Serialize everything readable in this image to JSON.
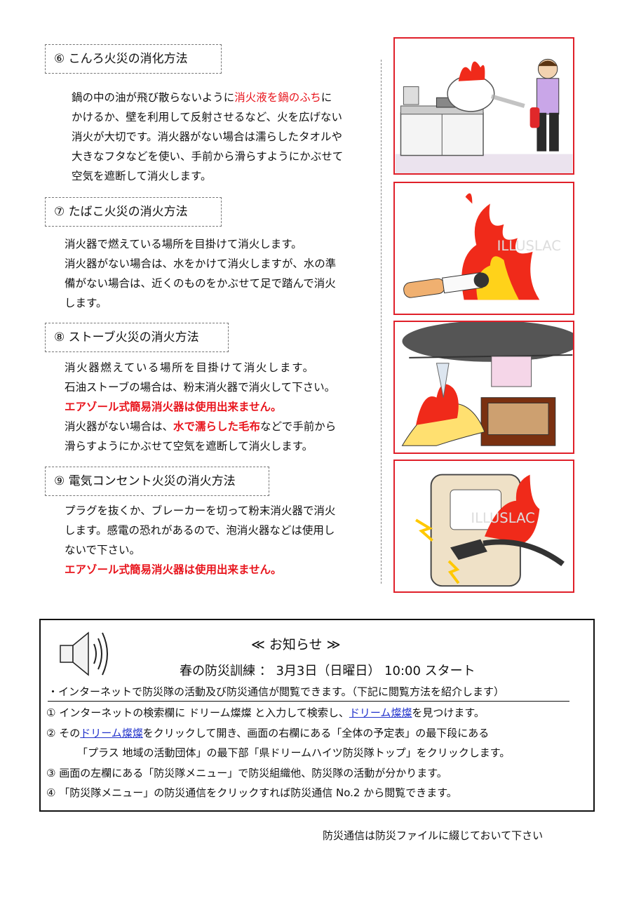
{
  "sections": [
    {
      "title": "⑥ こんろ火災の消化方法",
      "lines": [
        {
          "a": "鍋の中の油が飛び散らないように",
          "b": "消火液を鍋のふち",
          "c": "に"
        },
        "かけるか、壁を利用して反射させるなど、火を広げない",
        "消火が大切です。消火器がない場合は濡らしたタオルや",
        "大きなフタなどを使い、手前から滑らすようにかぶせて",
        "空気を遮断して消火します。"
      ]
    },
    {
      "title": "⑦ たばこ火災の消火方法",
      "lines": [
        "消火器で燃えている場所を目掛けて消火します。",
        "消火器がない場合は、水をかけて消火しますが、水の準",
        "備がない場合は、近くのものをかぶせて足で踏んで消火",
        "します。"
      ]
    },
    {
      "title": "⑧ ストーブ火災の消火方法",
      "lines": [
        "消火器燃えている場所を目掛けて消火します。",
        "石油ストーブの場合は、粉末消火器で消火して下さい。",
        "エアゾール式簡易消火器は使用出来ません。",
        {
          "a": "消火器がない場合は、",
          "b": "水で濡らした毛布",
          "c": "などで手前から"
        },
        "滑らすようにかぶせて空気を遮断して消火します。"
      ]
    },
    {
      "title": "⑨ 電気コンセント火災の消火方法",
      "lines": [
        "プラグを抜くか、ブレーカーを切って粉末消火器で消火",
        "します。感電の恐れがあるので、泡消火器などは使用し",
        "ないで下さい。",
        "エアゾール式簡易消火器は使用出来ません。"
      ]
    }
  ],
  "illustrations": [
    {
      "name": "stove-fire-illustration"
    },
    {
      "name": "cigarette-fire-illustration",
      "watermark": "ILLUSLAC"
    },
    {
      "name": "heater-fire-illustration"
    },
    {
      "name": "outlet-fire-illustration",
      "watermark": "ILLUSLAC"
    }
  ],
  "notice": {
    "title": "≪ お知らせ ≫",
    "event": "春の防災訓練 ： 3月3日（日曜日） 10:00 スタート",
    "intro": "・インターネットで防災隊の活動及び防災通信が閲覧できます。（下記に閲覧方法を紹介します）",
    "step1": {
      "a": "① インターネットの検索欄に ドリーム燦燦 と入力して検索し、",
      "link": "ドリーム燦燦",
      "b": "を見つけます。"
    },
    "step2": {
      "a": "② その",
      "link": "ドリーム燦燦",
      "b": "をクリックして開き、画面の右欄にある「全体の予定表」の最下段にある"
    },
    "step2b": "「プラス 地域の活動団体」の最下部「県ドリームハイツ防災隊トップ」をクリックします。",
    "step3": "③ 画面の左欄にある「防災隊メニュー」で防災組織他、防災隊の活動が分かります。",
    "step4": "④ 「防災隊メニュー」の防災通信をクリックすれば防災通信 No.2 から閲覧できます。"
  },
  "footer": "防災通信は防災ファイルに綴じておいて下さい",
  "colors": {
    "accent_red": "#e8141c",
    "link_blue": "#2233cc",
    "frame_red": "#e0202a"
  }
}
